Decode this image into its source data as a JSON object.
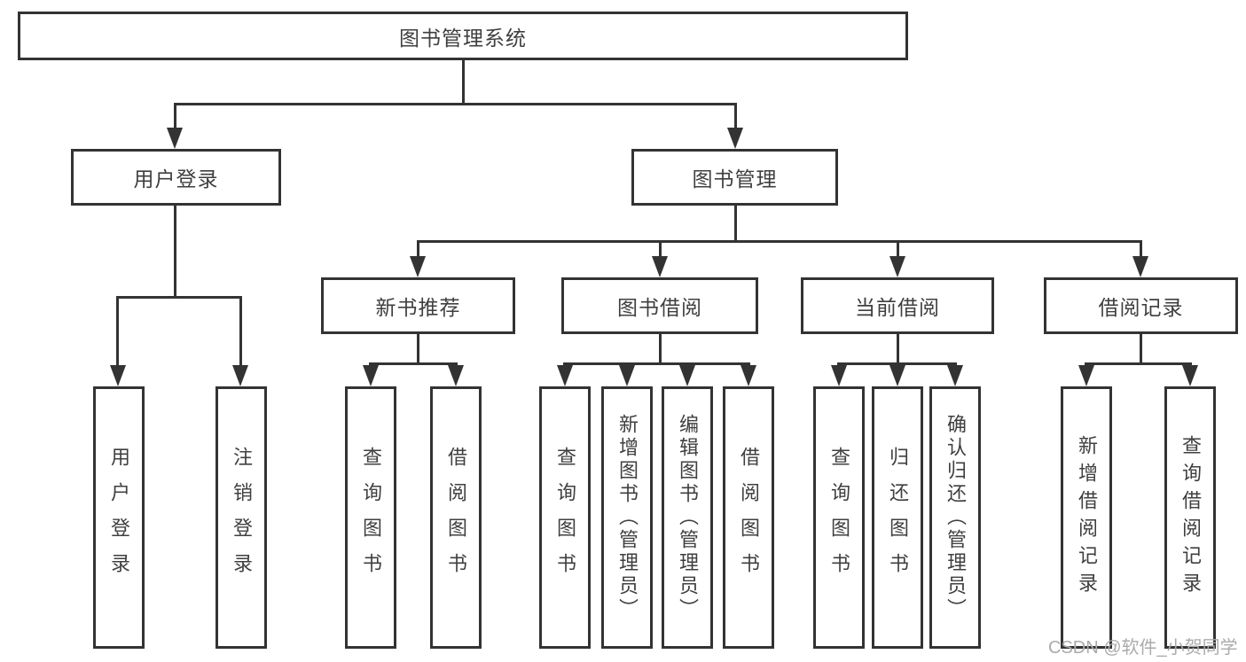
{
  "colors": {
    "line": "#333333",
    "box_border": "#333333",
    "box_fill": "#ffffff",
    "label_text": "#3f3f3f",
    "watermark_text": "#ababab",
    "background": "#ffffff"
  },
  "watermark": {
    "text": "CSDN @软件_小贺同学"
  },
  "tree": {
    "root": {
      "label": "图书管理系统"
    },
    "branches": [
      {
        "label": "用户登录",
        "children": [
          {
            "label": "用户登录"
          },
          {
            "label": "注销登录"
          }
        ]
      },
      {
        "label": "图书管理",
        "children": [
          {
            "label": "新书推荐",
            "children": [
              {
                "label": "查询图书"
              },
              {
                "label": "借阅图书"
              }
            ]
          },
          {
            "label": "图书借阅",
            "children": [
              {
                "label": "查询图书"
              },
              {
                "label": "新增图书（管理员）"
              },
              {
                "label": "编辑图书（管理员）"
              },
              {
                "label": "借阅图书"
              }
            ]
          },
          {
            "label": "当前借阅",
            "children": [
              {
                "label": "查询图书"
              },
              {
                "label": "归还图书"
              },
              {
                "label": "确认归还（管理员）"
              }
            ]
          },
          {
            "label": "借阅记录",
            "children": [
              {
                "label": "新增借阅记录"
              },
              {
                "label": "查询借阅记录"
              }
            ]
          }
        ]
      }
    ]
  }
}
